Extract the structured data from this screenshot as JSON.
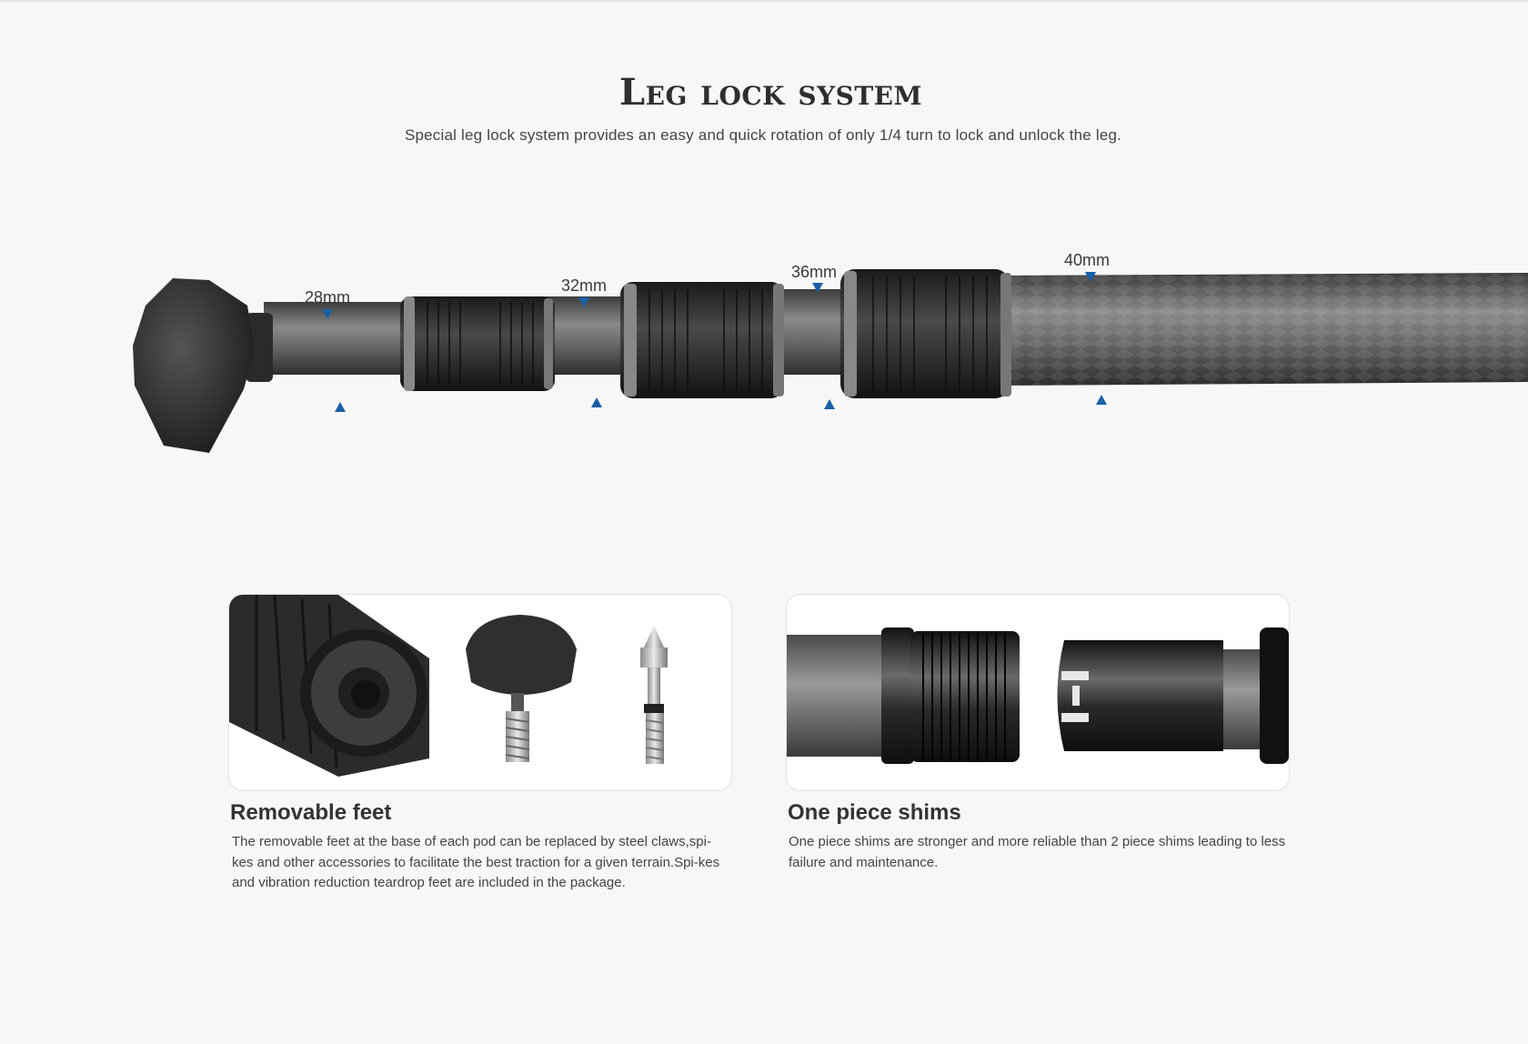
{
  "header": {
    "title": "Leg lock system",
    "subtitle": "Special leg lock system provides an easy and quick rotation of only 1/4 turn to  lock and unlock the leg."
  },
  "leg_diagram": {
    "dimensions": [
      "28mm",
      "32mm",
      "36mm",
      "40mm"
    ],
    "marker_color": "#1a5fa8"
  },
  "features": [
    {
      "title": "Removable feet",
      "text": "The removable feet at the base of each pod can be replaced by steel claws,spi-kes and other accessories to facilitate the best traction for a given terrain.Spi-kes and vibration reduction teardrop feet are included in the package."
    },
    {
      "title": "One piece shims",
      "text": "One piece shims are stronger and more reliable than 2 piece shims leading to less failure and maintenance."
    }
  ]
}
